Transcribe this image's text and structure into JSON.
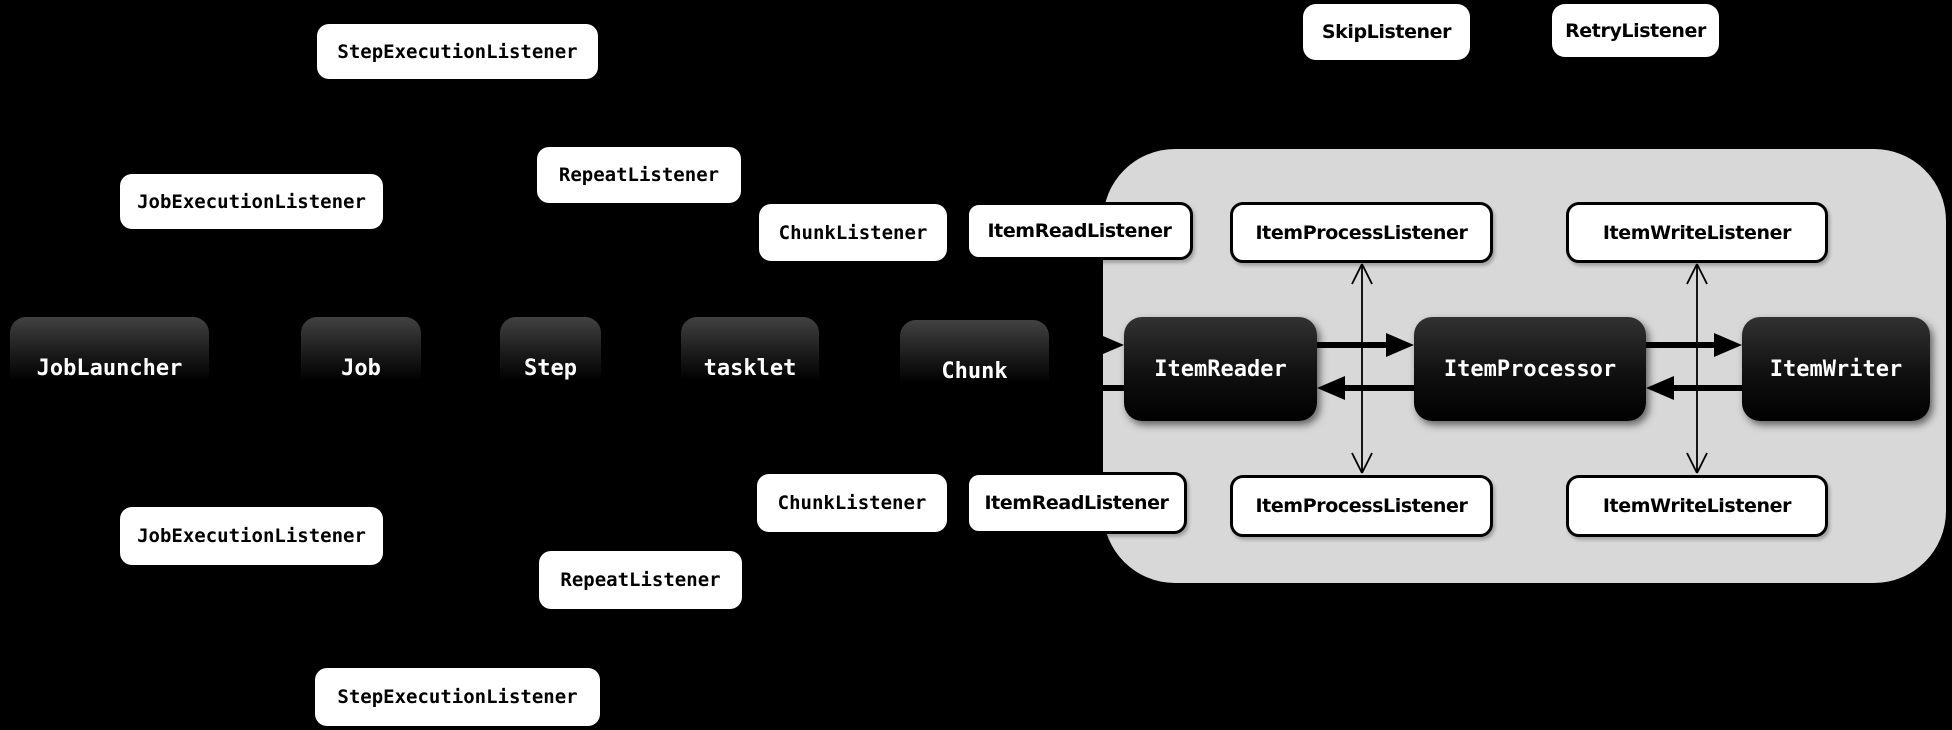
{
  "labels": {
    "step_execution_listener": "StepExecutionListener",
    "job_execution_listener": "JobExecutionListener",
    "repeat_listener": "RepeatListener",
    "chunk_listener": "ChunkListener",
    "item_read_listener": "ItemReadListener",
    "item_process_listener": "ItemProcessListener",
    "item_write_listener": "ItemWriteListener",
    "skip_listener": "SkipListener",
    "retry_listener": "RetryListener",
    "job_launcher": "JobLauncher",
    "job": "Job",
    "step": "Step",
    "tasklet": "tasklet",
    "chunk": "Chunk",
    "item_reader": "ItemReader",
    "item_processor": "ItemProcessor",
    "item_writer": "ItemWriter"
  },
  "colors": {
    "background": "#000000",
    "chunk_panel": "#d8d8d8",
    "box_fill": "#ffffff",
    "box_text": "#000000",
    "dark_box_text": "#ffffff",
    "arrow": "#000000"
  },
  "edges": [
    {
      "from": "chunk",
      "to": "item_reader",
      "style": "thick"
    },
    {
      "from": "item_reader",
      "to": "chunk",
      "style": "thick"
    },
    {
      "from": "item_reader",
      "to": "item_processor",
      "style": "thick"
    },
    {
      "from": "item_processor",
      "to": "item_reader",
      "style": "thick"
    },
    {
      "from": "item_processor",
      "to": "item_writer",
      "style": "thick"
    },
    {
      "from": "item_writer",
      "to": "item_processor",
      "style": "thick"
    },
    {
      "from": "item_process_listener_top",
      "to": "item_process_listener_bottom",
      "style": "thin-double"
    },
    {
      "from": "item_write_listener_top",
      "to": "item_write_listener_bottom",
      "style": "thin-double"
    }
  ]
}
